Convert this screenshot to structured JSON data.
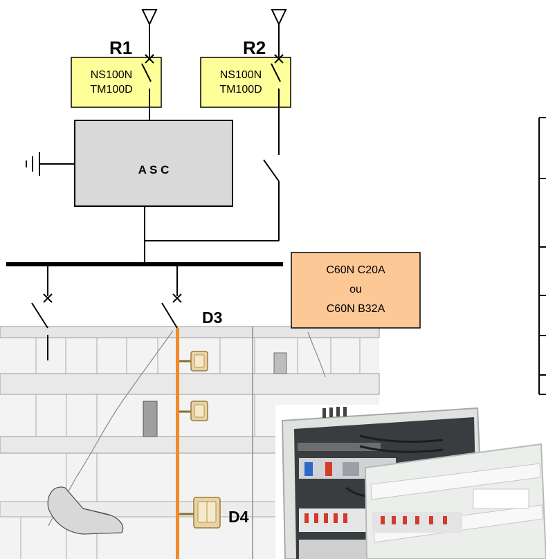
{
  "breakers": {
    "r1": {
      "label": "R1",
      "line1": "NS100N",
      "line2": "TM100D"
    },
    "r2": {
      "label": "R2",
      "line1": "NS100N",
      "line2": "TM100D"
    }
  },
  "asc": {
    "label": "A S C"
  },
  "feeder_box": {
    "line1": "C60N C20A",
    "line2": "ou",
    "line3": "C60N B32A"
  },
  "labels": {
    "d3": "D3",
    "d4": "D4"
  },
  "colors": {
    "breaker_fill": "#ffff99",
    "asc_fill": "#d9d9d9",
    "feeder_fill": "#fbc896",
    "riser": "#f28a2a",
    "socket": "#e8d3a6",
    "cabinet": "#dde0de"
  }
}
